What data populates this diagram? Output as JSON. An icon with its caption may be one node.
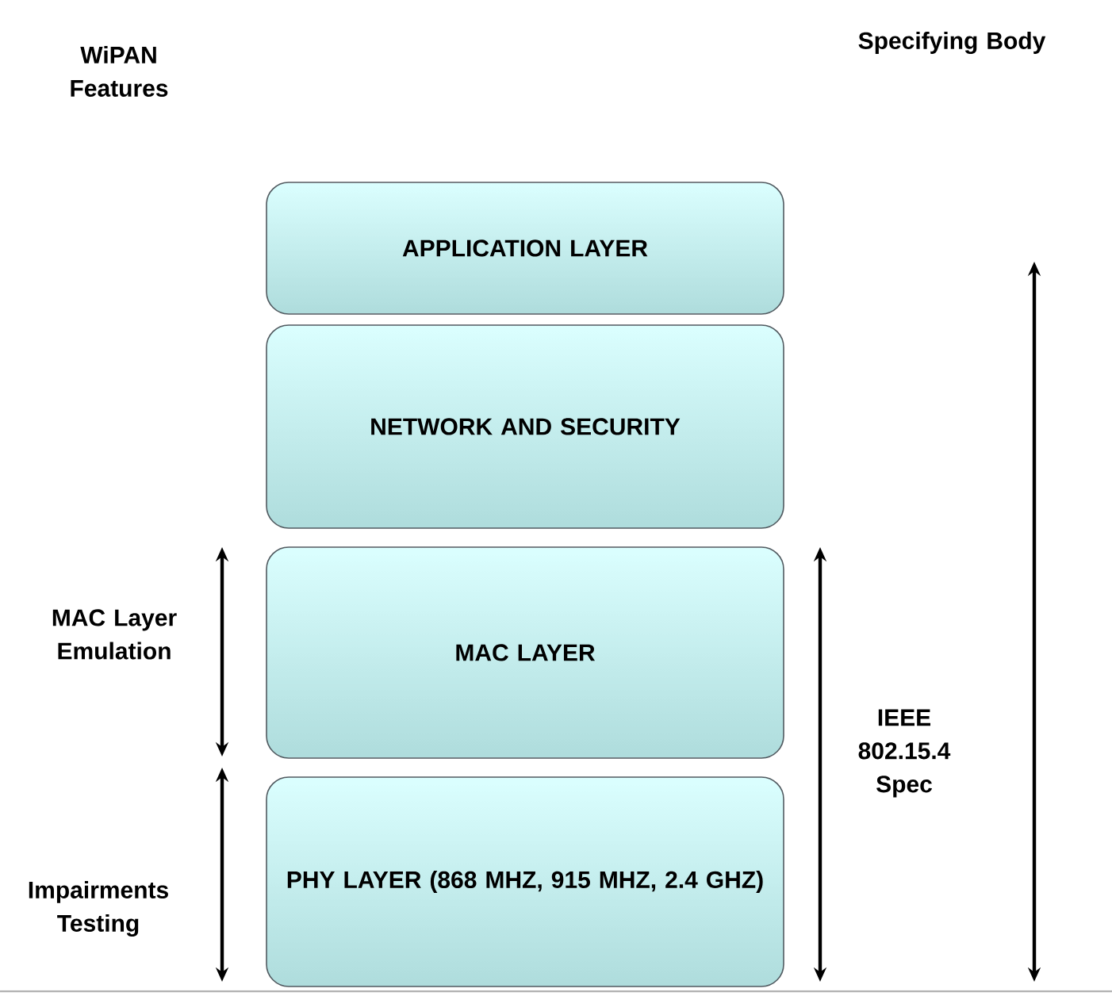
{
  "diagram": {
    "nodes": [
      {
        "text": [
          "APPLICATION LAYER"
        ]
      },
      {
        "text": [
          "NETWORK AND SECURITY"
        ]
      },
      {
        "text": [
          "MAC LAYER"
        ]
      },
      {
        "text": [
          "PHY LAYER (868 MHZ, 915 MHZ, 2.4 GHZ)"
        ]
      }
    ],
    "labels": [
      "WiPAN Features",
      "Specifying Body",
      "MAC Layer Emulation",
      "Impairments Testing",
      "IEEE 802.15.4 Spec"
    ]
  }
}
